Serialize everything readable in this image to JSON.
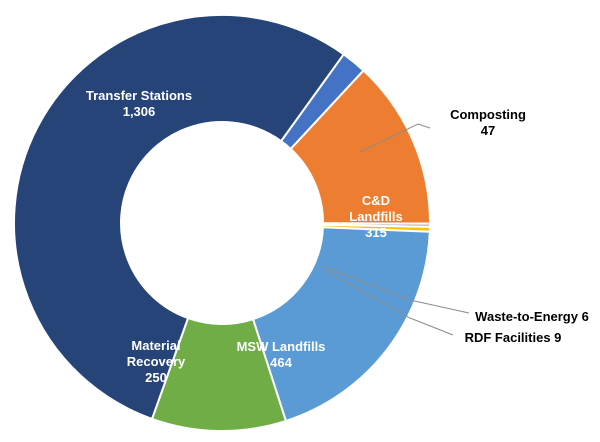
{
  "chart_data": {
    "type": "pie",
    "variant": "donut",
    "title": "",
    "categories": [
      "Composting",
      "C&D Landfills",
      "Waste-to-Energy",
      "RDF Facilities",
      "MSW Landfills",
      "Material Recovery",
      "Transfer Stations"
    ],
    "values": [
      47,
      315,
      6,
      9,
      464,
      250,
      1306
    ],
    "label_lines": [
      [
        "Composting",
        "47"
      ],
      [
        "C&D",
        "Landfills",
        "315"
      ],
      [
        "Waste-to-Energy 6"
      ],
      [
        "RDF Facilities 9"
      ],
      [
        "MSW Landfills",
        "464"
      ],
      [
        "Material",
        "Recovery",
        "250"
      ],
      [
        "Transfer Stations",
        "1,306"
      ]
    ],
    "colors": [
      "#4472C4",
      "#ED7D31",
      "#A5A5A5",
      "#FFC000",
      "#5B9BD5",
      "#70AD47",
      "#264478"
    ],
    "legend": "none"
  }
}
